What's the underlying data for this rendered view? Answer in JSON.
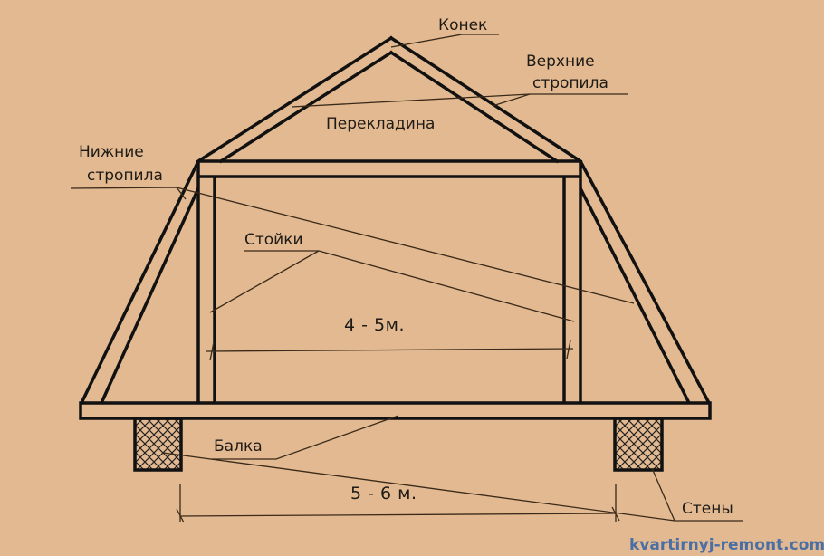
{
  "diagram": {
    "background": "#e2b990",
    "structure_color": "#111111",
    "leader_color": "#3a2a1a",
    "watermark_color": "#4a6fa5",
    "labels": {
      "ridge": "Конек",
      "upper_rafters_line1": "Верхние",
      "upper_rafters_line2": "стропила",
      "crossbar": "Перекладина",
      "lower_rafters_line1": "Нижние",
      "lower_rafters_line2": "стропила",
      "posts": "Стойки",
      "beam": "Балка",
      "walls": "Стены"
    },
    "dimensions": {
      "inner_span": "4 - 5м.",
      "outer_span": "5 - 6 м."
    },
    "watermark": "kvartirnyj-remont.com"
  }
}
